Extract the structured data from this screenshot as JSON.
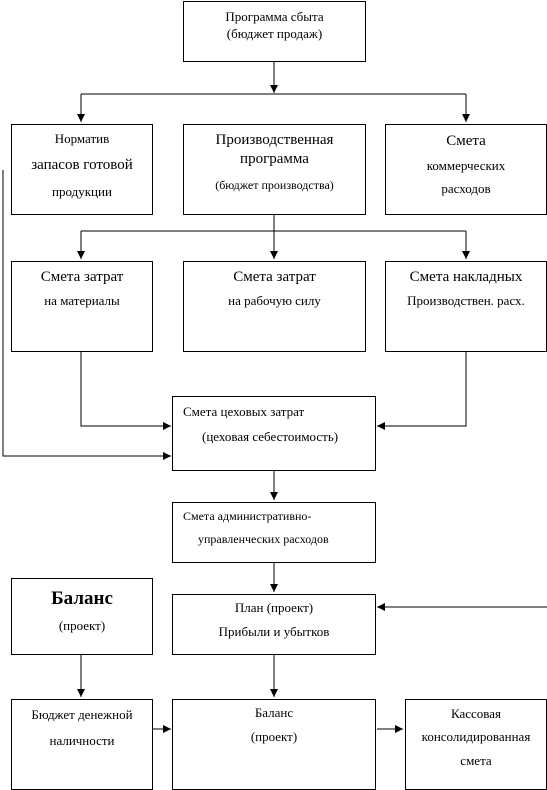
{
  "boxes": {
    "sales_program": {
      "line1": "Программа сбыта",
      "line2": "(бюджет продаж)"
    },
    "inventory_norm": {
      "line1": "Норматив",
      "line2": "запасов готовой",
      "line3": "продукции"
    },
    "production_program": {
      "line1": "Производственная",
      "line2": "программа",
      "line3": "(бюджет производства)"
    },
    "commercial_expenses": {
      "line1": "Смета",
      "line2": "коммерческих",
      "line3": "расходов"
    },
    "materials_budget": {
      "line1": "Смета затрат",
      "line2": "на материалы"
    },
    "labor_budget": {
      "line1": "Смета затрат",
      "line2": "на рабочую силу"
    },
    "overhead_budget": {
      "line1": "Смета накладных",
      "line2": "Производствен. расх."
    },
    "shop_costs": {
      "line1": "Смета цеховых затрат",
      "line2": "(цеховая себестоимость)"
    },
    "admin_expenses": {
      "line1": "Смета административно-",
      "line2": "управленческих расходов"
    },
    "balance_draft_top": {
      "line1": "Баланс",
      "line2": "(проект)"
    },
    "profit_loss_plan": {
      "line1": "План (проект)",
      "line2": "Прибыли и убытков"
    },
    "cash_budget": {
      "line1": "Бюджет денежной",
      "line2": "наличности"
    },
    "balance_draft_bottom": {
      "line1": "Баланс",
      "line2": "(проект)"
    },
    "cash_consolidated": {
      "line1": "Кассовая",
      "line2": "консолидированная",
      "line3": "смета"
    }
  }
}
